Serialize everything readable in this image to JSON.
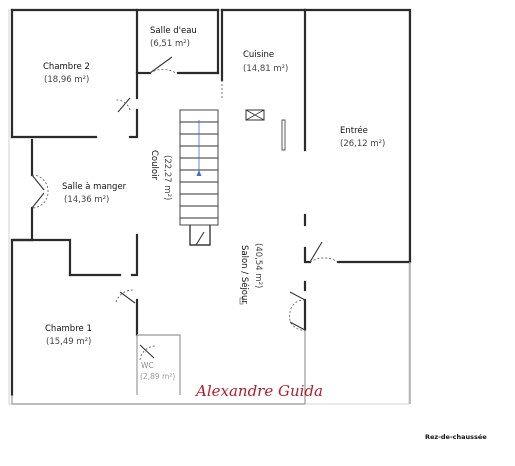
{
  "rooms": {
    "chambre2": {
      "name": "Chambre 2",
      "area": "(18,96 m²)"
    },
    "salle_eau": {
      "name": "Salle d'eau",
      "area": "(6,51 m²)"
    },
    "cuisine": {
      "name": "Cuisine",
      "area": "(14,81 m²)"
    },
    "entree": {
      "name": "Entrée",
      "area": "(26,12 m²)"
    },
    "couloir": {
      "name": "Couloir",
      "area": "(22,27 m²)"
    },
    "salle_manger": {
      "name": "Salle à manger",
      "area": "(14,36 m²)"
    },
    "salon": {
      "name": "Salon / Séjour",
      "area": "(40,54 m²)"
    },
    "chambre1": {
      "name": "Chambre 1",
      "area": "(15,49 m²)"
    },
    "wc": {
      "name": "WC",
      "area": "(2,89 m²)"
    }
  },
  "signature": "Alexandre Guida",
  "floor_label": "Rez-de-chaussée",
  "colors": {
    "walls": "#2b2b2b",
    "signature": "#b01e2a",
    "grey_walls": "#a9a9a9"
  }
}
